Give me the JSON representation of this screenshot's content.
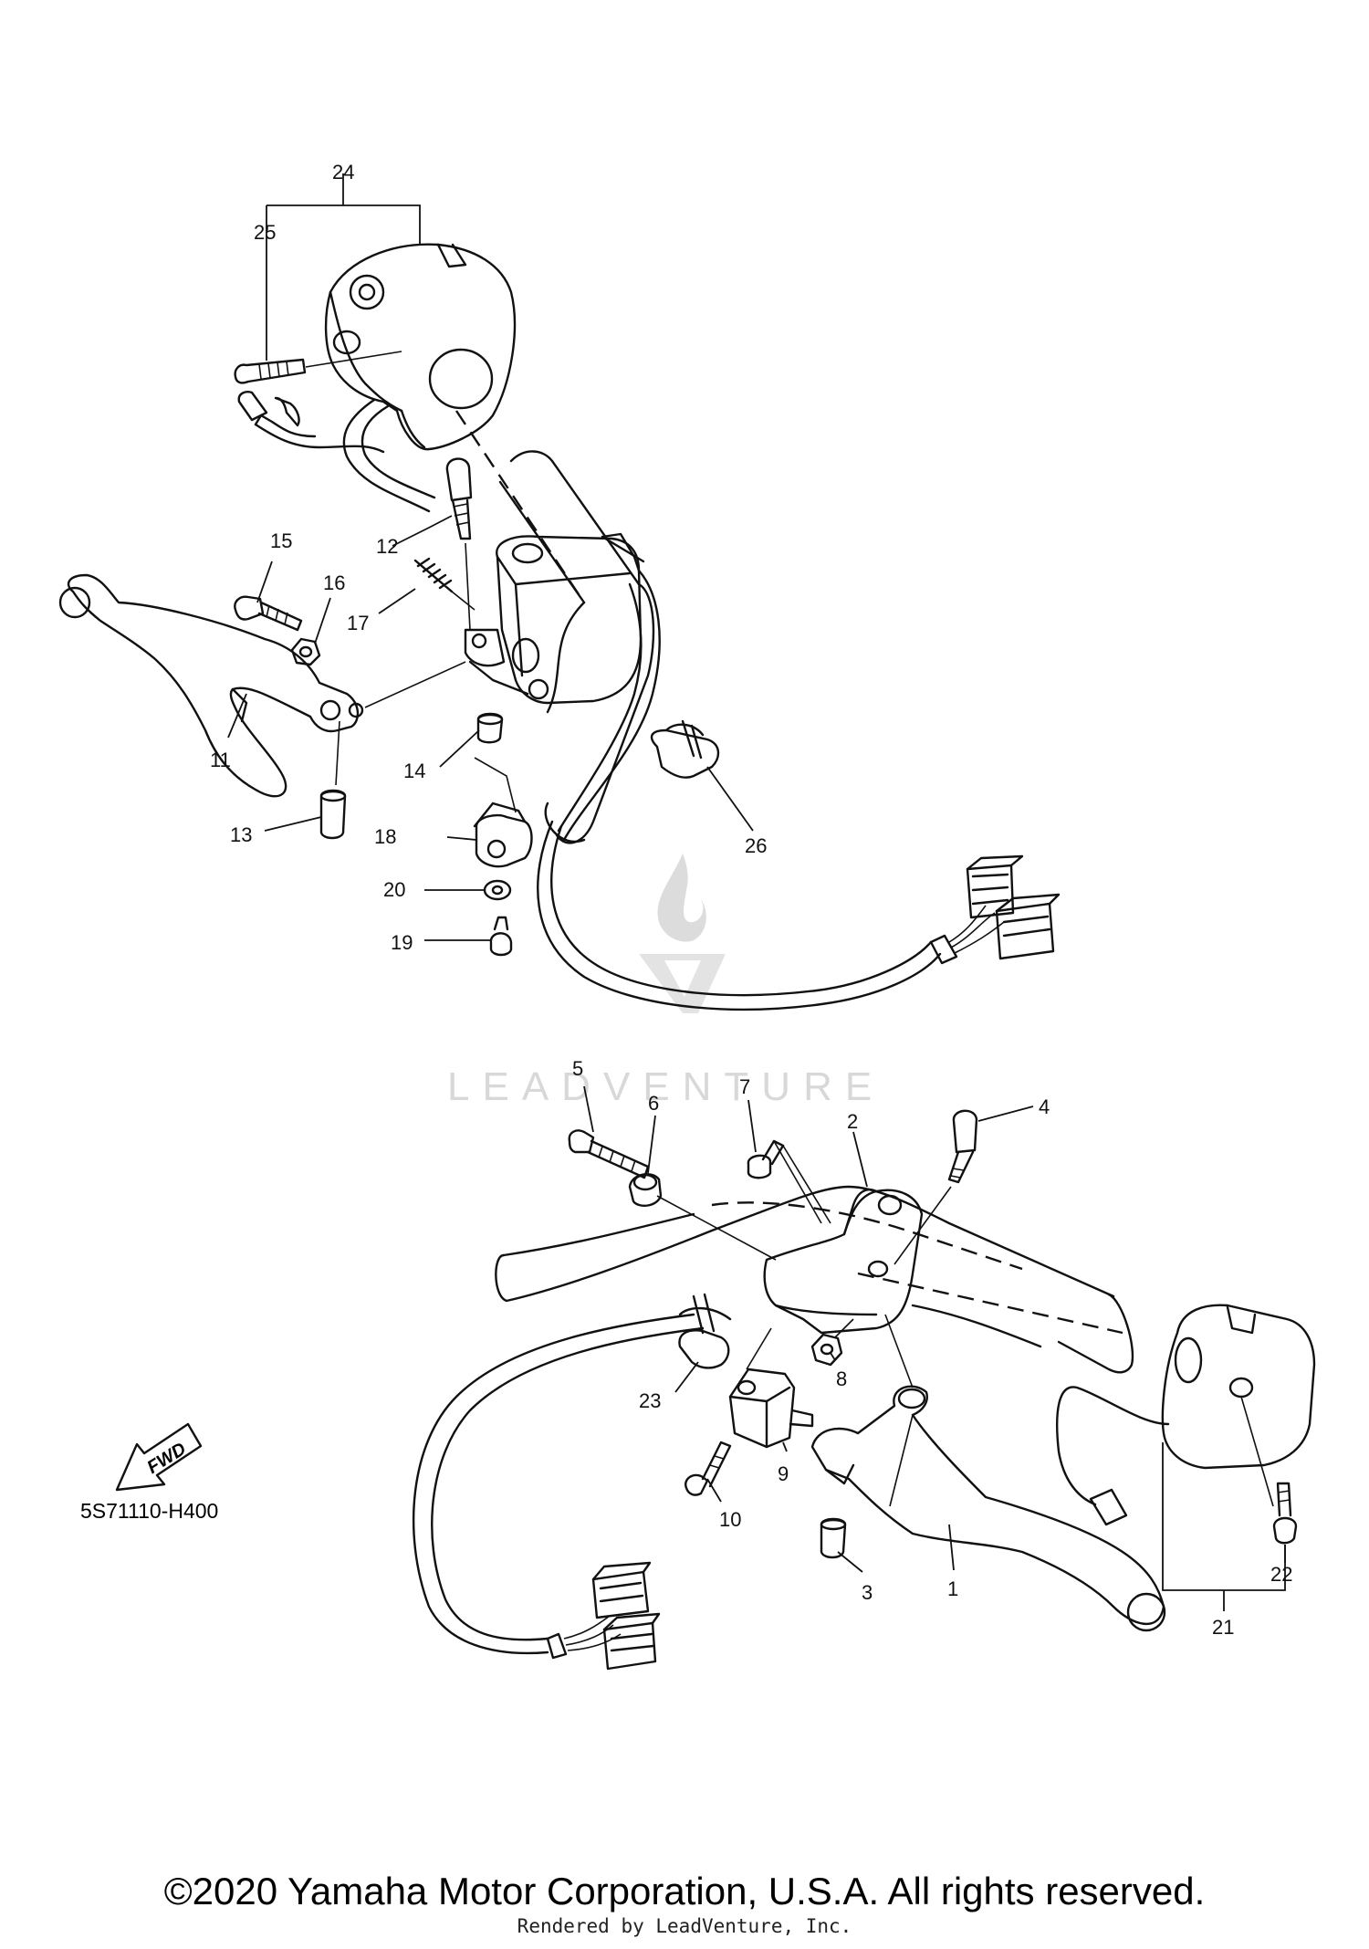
{
  "callouts": [
    {
      "id": "1",
      "text": "1"
    },
    {
      "id": "2",
      "text": "2"
    },
    {
      "id": "3",
      "text": "3"
    },
    {
      "id": "4",
      "text": "4"
    },
    {
      "id": "5",
      "text": "5"
    },
    {
      "id": "6",
      "text": "6"
    },
    {
      "id": "7",
      "text": "7"
    },
    {
      "id": "8",
      "text": "8"
    },
    {
      "id": "9",
      "text": "9"
    },
    {
      "id": "10",
      "text": "10"
    },
    {
      "id": "11",
      "text": "11"
    },
    {
      "id": "12",
      "text": "12"
    },
    {
      "id": "13",
      "text": "13"
    },
    {
      "id": "14",
      "text": "14"
    },
    {
      "id": "15",
      "text": "15"
    },
    {
      "id": "16",
      "text": "16"
    },
    {
      "id": "17",
      "text": "17"
    },
    {
      "id": "18",
      "text": "18"
    },
    {
      "id": "19",
      "text": "19"
    },
    {
      "id": "20",
      "text": "20"
    },
    {
      "id": "21",
      "text": "21"
    },
    {
      "id": "22",
      "text": "22"
    },
    {
      "id": "23",
      "text": "23"
    },
    {
      "id": "24",
      "text": "24"
    },
    {
      "id": "25",
      "text": "25"
    },
    {
      "id": "26",
      "text": "26"
    }
  ],
  "fwd_label": "FWD",
  "diagram_code": "5S71110-H400",
  "watermark": "LEADVENTURE",
  "copyright": "©2020 Yamaha Motor Corporation, U.S.A. All rights reserved.",
  "rendered_by": "Rendered by LeadVenture, Inc."
}
